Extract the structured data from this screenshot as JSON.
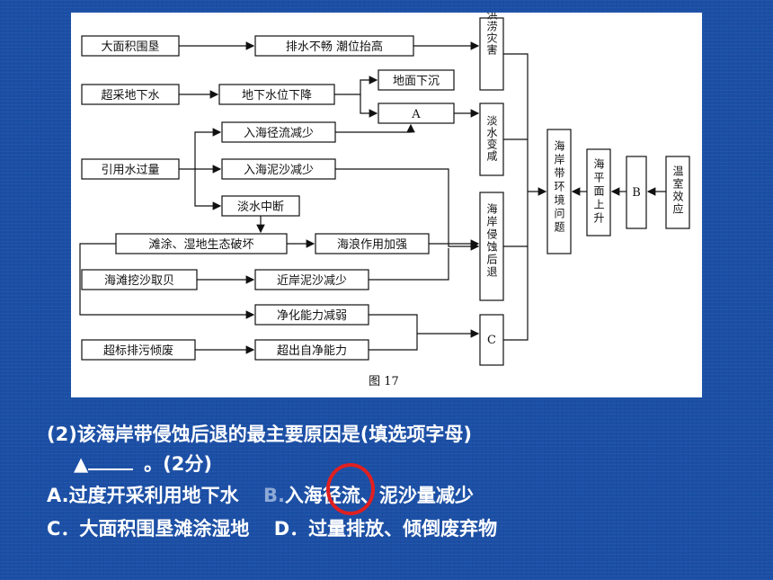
{
  "diagram": {
    "boxes": {
      "b1": "大面积围垦",
      "b2": "排水不畅 潮位抬高",
      "b3": "超采地下水",
      "b4": "地下水位下降",
      "b5": "地面下沉",
      "b6": "A",
      "b7": "入海径流减少",
      "b8": "引用水过量",
      "b9": "入海泥沙减少",
      "b10": "淡水中断",
      "b11": "滩涂、湿地生态破坏",
      "b12": "海浪作用加强",
      "b13": "海滩挖沙取贝",
      "b14": "近岸泥沙减少",
      "b15": "净化能力减弱",
      "b16": "超标排污倾废",
      "b17": "超出自净能力",
      "v_flood": "洪涝灾害",
      "v_salt": "淡水变咸",
      "v_erosion": "海岸侵蚀后退",
      "v_c": "C",
      "v_problem": "海岸带环境问题",
      "v_sealevel": "海平面上升",
      "v_b": "B",
      "v_greenhouse": "温室效应"
    },
    "caption": "图 17"
  },
  "question": {
    "line1": "(2)该海岸带侵蚀后退的最主要原因是(填选项字母)",
    "marker": "▲",
    "line2_tail": "。(2分)"
  },
  "options": {
    "a": "A.过度开采利用地下水",
    "b_letter": "B.",
    "b_text": "入海径流、泥沙量减少",
    "c": "C．大面积围垦滩涂湿地",
    "d": "D．过量排放、倾倒废弃物"
  }
}
